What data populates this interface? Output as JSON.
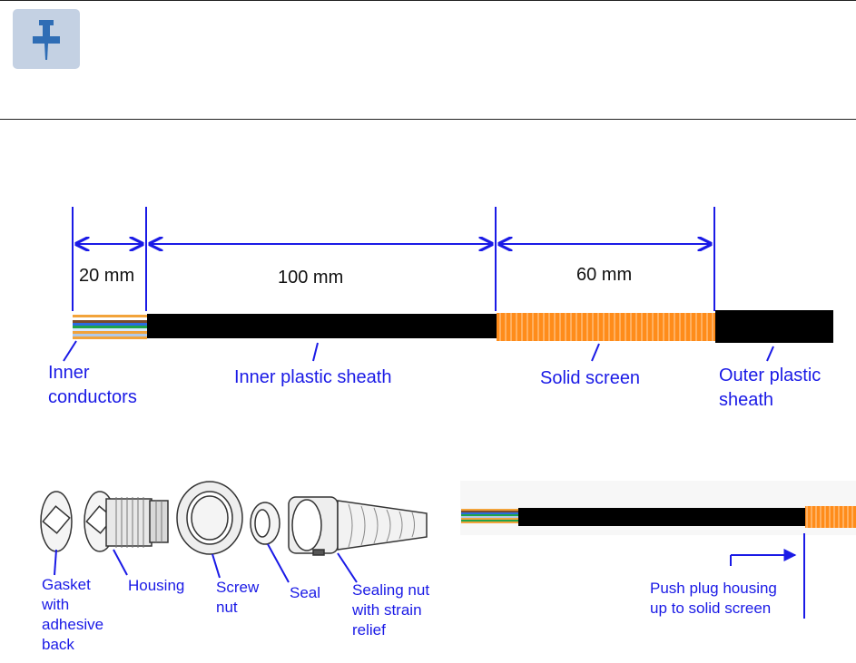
{
  "tip_icon": "pushpin-icon",
  "dimensions": [
    {
      "label": "20 mm"
    },
    {
      "label": "100 mm"
    },
    {
      "label": "60 mm"
    }
  ],
  "cable_labels": [
    {
      "line1": "Inner",
      "line2": "conductors"
    },
    {
      "line1": "Inner plastic sheath",
      "line2": ""
    },
    {
      "line1": "Solid screen",
      "line2": ""
    },
    {
      "line1": "Outer plastic",
      "line2": "sheath"
    }
  ],
  "parts": [
    {
      "lines": [
        "Gasket",
        "with",
        "adhesive",
        "back"
      ]
    },
    {
      "lines": [
        "Housing"
      ]
    },
    {
      "lines": [
        "Screw",
        "nut"
      ]
    },
    {
      "lines": [
        "Seal"
      ]
    },
    {
      "lines": [
        "Sealing nut",
        "with strain",
        "relief"
      ]
    }
  ],
  "instruction": {
    "line1": "Push plug housing",
    "line2": "up to solid screen"
  },
  "colors": {
    "label": "#1a1ae6",
    "arrow": "#1a1ae6",
    "screen": "#ff8c1a",
    "sheath": "#000000",
    "tip_bg": "#c4d1e3",
    "tip_fg": "#2f6db5"
  }
}
